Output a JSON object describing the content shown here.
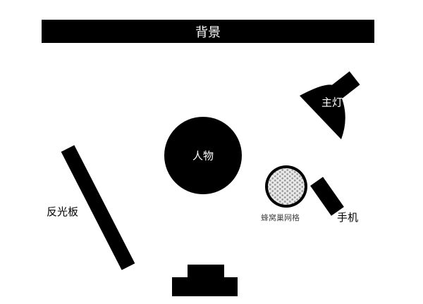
{
  "diagram": {
    "colors": {
      "fill": "#000000",
      "text_on_fill": "#ffffff",
      "text": "#000000",
      "grid_fill": "#e6e6e6",
      "grid_dot": "#9a9a9a"
    },
    "labels": {
      "background": "背景",
      "subject": "人物",
      "key_light": "主灯",
      "reflector": "反光板",
      "phone": "手机",
      "honeycomb_grid": "蜂窝巢网格"
    }
  }
}
